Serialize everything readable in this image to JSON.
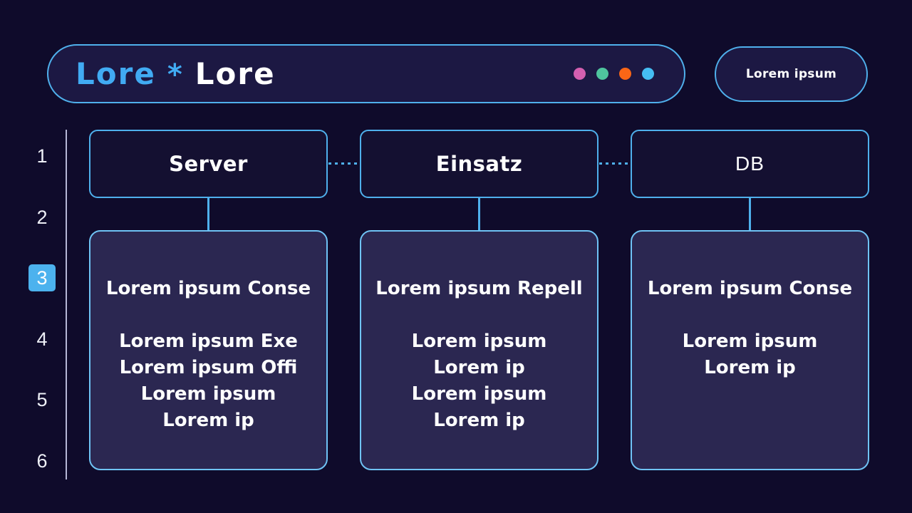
{
  "theme": {
    "background": "#0f0b2b",
    "accent_blue": "#4fb0ec",
    "content_border_blue": "#6fc3f5",
    "panel_fill": "#2b2751",
    "header_box_fill": "#141031",
    "pill_fill": "#1c1843",
    "title_blue": "#41abf3",
    "active_item_blue": "#4cb2ee",
    "divider": "#b6b7d6"
  },
  "header": {
    "title_part1": "Lore",
    "title_separator": "*",
    "title_part2": "Lore",
    "dots": [
      {
        "name": "dot-pink",
        "color": "#d45fb0"
      },
      {
        "name": "dot-teal",
        "color": "#4fc49e"
      },
      {
        "name": "dot-orange",
        "color": "#fa6616"
      },
      {
        "name": "dot-blue",
        "color": "#45bdf2"
      }
    ],
    "action_label": "Lorem ipsum"
  },
  "sidebar": {
    "items": [
      {
        "label": "1",
        "active": false
      },
      {
        "label": "2",
        "active": false
      },
      {
        "label": "3",
        "active": true
      },
      {
        "label": "4",
        "active": false
      },
      {
        "label": "5",
        "active": false
      },
      {
        "label": "6",
        "active": false
      }
    ]
  },
  "columns": [
    {
      "header": "Server",
      "header_weight": "bold",
      "body_title": "Lorem ipsum Conse",
      "body_lines": [
        "Lorem ipsum Exe",
        "Lorem ipsum Offi",
        "Lorem ipsum",
        "Lorem ip"
      ]
    },
    {
      "header": "Einsatz",
      "header_weight": "bold",
      "body_title": "Lorem ipsum Repell",
      "body_lines": [
        "Lorem ipsum",
        "Lorem ip",
        "Lorem ipsum",
        "Lorem ip"
      ]
    },
    {
      "header": "DB",
      "header_weight": "regular",
      "body_title": "Lorem ipsum Conse",
      "body_lines": [
        "Lorem ipsum",
        "Lorem ip"
      ]
    }
  ]
}
